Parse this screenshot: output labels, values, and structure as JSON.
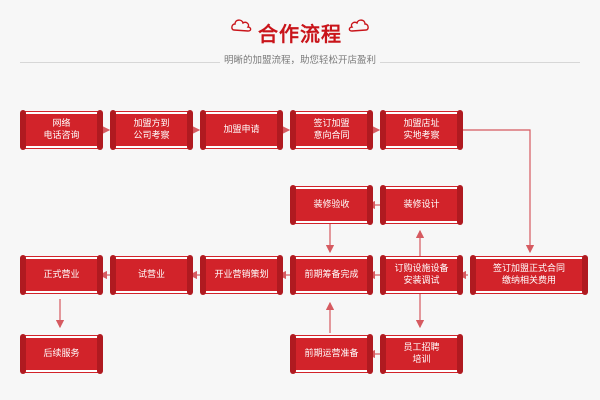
{
  "header": {
    "title": "合作流程",
    "subtitle": "明晰的加盟流程，助您轻松开店盈利"
  },
  "colors": {
    "accent": "#d2232a",
    "arrow": "#d65a60",
    "line": "#d7d7d7"
  },
  "nodes": {
    "n1": "网络\n电话咨询",
    "n2": "加盟方到\n公司考察",
    "n3": "加盟申请",
    "n4": "签订加盟\n意向合同",
    "n5": "加盟店址\n实地考察",
    "n6": "装修设计",
    "n7": "装修验收",
    "n8": "签订加盟正式合同\n缴纳相关费用",
    "n9": "订购设施设备\n安装调试",
    "n10": "前期筹备完成",
    "n11": "开业营销策划",
    "n12": "试营业",
    "n13": "正式营业",
    "n14": "员工招聘\n培训",
    "n15": "前期运营准备",
    "n16": "后续服务"
  }
}
